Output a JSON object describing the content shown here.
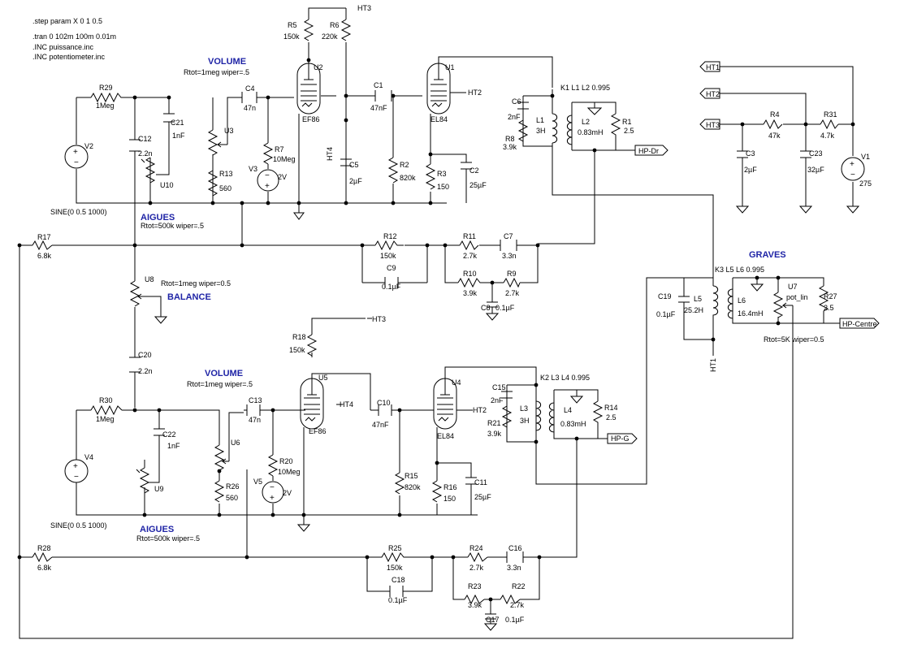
{
  "directives": {
    "step": ".step param  X 0 1 0.5",
    "tran": ".tran 0 102m 100m 0.01m",
    "inc1": ".INC puissance.inc",
    "inc2": ".INC potentiometer.inc"
  },
  "titles": {
    "volume_top": "VOLUME",
    "vol_top_rtot": "Rtot=1meg wiper=.5",
    "aigues_top": "AIGUES",
    "aig_top_rtot": "Rtot=500k wiper=.5",
    "balance": "BALANCE",
    "bal_rtot": "Rtot=1meg wiper=0.5",
    "volume_bot": "VOLUME",
    "vol_bot_rtot": "Rtot=1meg wiper=.5",
    "aigues_bot": "AIGUES",
    "aig_bot_rtot": "Rtot=500k wiper=.5",
    "graves": "GRAVES",
    "gra_rtot": "Rtot=5K wiper=0.5"
  },
  "nets": {
    "ht1": "HT1",
    "ht2": "HT2",
    "ht3": "HT3",
    "ht4": "HT4",
    "hp_dr": "HP-Dr",
    "hp_g": "HP-G",
    "hp_centre": "HP-Centre"
  },
  "coupling": {
    "k1": "K1 L1 L2 0.995",
    "k2": "K2 L3 L4 0.995",
    "k3": "K3 L5 L6 0.995"
  },
  "components": {
    "R29": "R29",
    "R29v": "1Meg",
    "V2": "V2",
    "V2v": "SINE(0 0.5 1000)",
    "C12": "C12",
    "C12v": "2.2n",
    "C21": "C21",
    "C21v": "1nF",
    "U10": "U10",
    "C4": "C4",
    "C4v": "47n",
    "U3": "U3",
    "R13": "R13",
    "R13v": "560",
    "R5": "R5",
    "R5v": "150k",
    "R6": "R6",
    "R6v": "220k",
    "U2": "U2",
    "U2t": "EF86",
    "R7": "R7",
    "R7v": "10Meg",
    "V3": "V3",
    "V3v": "2V",
    "HT4v": "HT4",
    "C5": "C5",
    "C5v": "2µF",
    "C1": "C1",
    "C1v": "47nF",
    "R2": "R2",
    "R2v": "820k",
    "U1": "U1",
    "U1t": "EL84",
    "R3": "R3",
    "R3v": "150",
    "C2": "C2",
    "C2v": "25µF",
    "C6": "C6",
    "C6v": "2nF",
    "R8": "R8",
    "R8v": "3.9k",
    "L1": "L1",
    "L1v": "3H",
    "L2": "L2",
    "L2v": "0.83mH",
    "R1": "R1",
    "R1v": "2.5",
    "HT1a": "HT1",
    "HT2a": "HT2",
    "HT3a": "HT3",
    "R4": "R4",
    "R4v": "47k",
    "R31": "R31",
    "R31v": "4.7k",
    "C3": "C3",
    "C3v": "2µF",
    "C23": "C23",
    "C23v": "32µF",
    "V1": "V1",
    "V1v": "275",
    "R17": "R17",
    "R17v": "6.8k",
    "R12": "R12",
    "R12v": "150k",
    "C9": "C9",
    "C9v": "0.1µF",
    "R11": "R11",
    "R11v": "2.7k",
    "C7": "C7",
    "C7v": "3.3n",
    "R10": "R10",
    "R10v": "3.9k",
    "R9": "R9",
    "R9v": "2.7k",
    "C8": "C8",
    "C8v": "0.1µF",
    "U8": "U8",
    "C20": "C20",
    "C20v": "2.2n",
    "K3": "K3 L5 L6 0.995",
    "C19": "C19",
    "C19v": "0.1µF",
    "L5": "L5",
    "L5v": "25.2H",
    "L6": "L6",
    "L6v": "16.4mH",
    "U7": "U7",
    "U7v": "pot_lin",
    "R27": "R27",
    "R27v": "2.5",
    "R18": "R18",
    "R18v": "150k",
    "U5": "U5",
    "U5t": "EF86",
    "HT4b": "HT4",
    "C10": "C10",
    "C10v": "47nF",
    "U4": "U4",
    "U4t": "EL84",
    "HT2b": "HT2",
    "C15": "C15",
    "C15v": "2nF",
    "L3": "L3",
    "L3v": "3H",
    "R21": "R21",
    "R21v": "3.9k",
    "L4": "L4",
    "L4v": "0.83mH",
    "R14": "R14",
    "R14v": "2.5",
    "R30": "R30",
    "R30v": "1Meg",
    "V4": "V4",
    "V4v": "SINE(0 0.5 1000)",
    "C22": "C22",
    "C22v": "1nF",
    "U9": "U9",
    "U6": "U6",
    "R26": "R26",
    "R26v": "560",
    "C13": "C13",
    "C13v": "47n",
    "R20": "R20",
    "R20v": "10Meg",
    "V5": "V5",
    "V5v": "2V",
    "R15": "R15",
    "R15v": "820k",
    "R16": "R16",
    "R16v": "150",
    "C11": "C11",
    "C11v": "25µF",
    "R28": "R28",
    "R28v": "6.8k",
    "R25": "R25",
    "R25v": "150k",
    "C18": "C18",
    "C18v": "0.1µF",
    "R24": "R24",
    "R24v": "2.7k",
    "C16": "C16",
    "C16v": "3.3n",
    "R23": "R23",
    "R23v": "3.9k",
    "R22": "R22",
    "R22v": "2.7k",
    "C17": "C17",
    "C17v": "0.1µF",
    "HT1b": "HT1"
  }
}
